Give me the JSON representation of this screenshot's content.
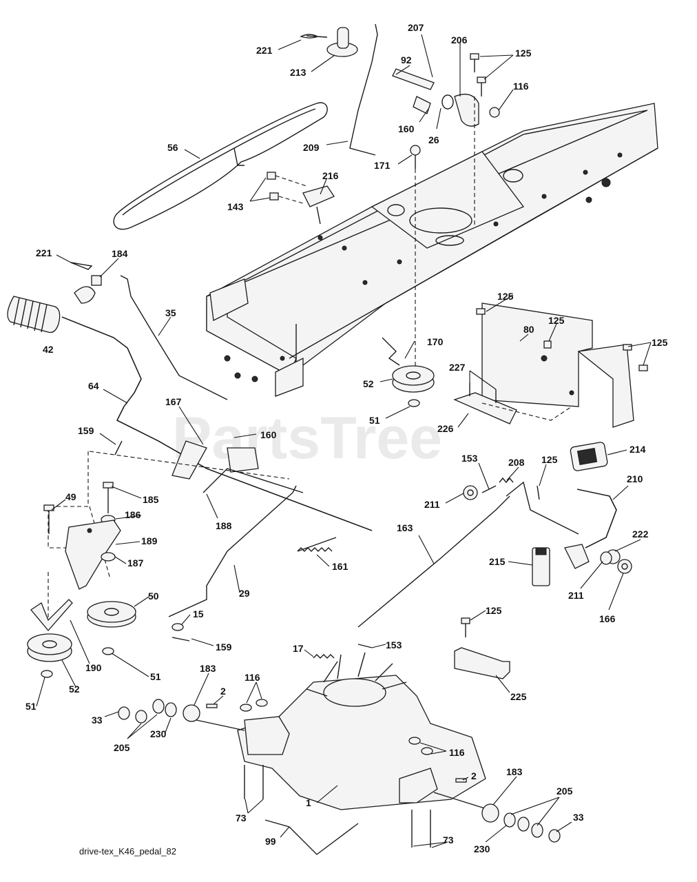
{
  "watermark": "PartsTree",
  "caption": "drive-tex_K46_pedal_82",
  "callouts": {
    "c221a": "221",
    "c213": "213",
    "c92": "92",
    "c207": "207",
    "c206": "206",
    "c125a": "125",
    "c116a": "116",
    "c160a": "160",
    "c26": "26",
    "c209": "209",
    "c171": "171",
    "c56": "56",
    "c216": "216",
    "c143": "143",
    "c221b": "221",
    "c184": "184",
    "c42": "42",
    "c35": "35",
    "c125b": "125",
    "c80": "80",
    "c125c": "125",
    "c125d": "125",
    "c170": "170",
    "c227": "227",
    "c52a": "52",
    "c51a": "51",
    "c226": "226",
    "c64": "64",
    "c167": "167",
    "c160b": "160",
    "c159a": "159",
    "c49": "49",
    "c185": "185",
    "c186": "186",
    "c189": "189",
    "c188": "188",
    "c187": "187",
    "c161": "161",
    "c29": "29",
    "c50": "50",
    "c15": "15",
    "c159b": "159",
    "c51b": "51",
    "c190": "190",
    "c51c": "51",
    "c52b": "52",
    "c214": "214",
    "c153a": "153",
    "c208": "208",
    "c125e": "125",
    "c210": "210",
    "c211a": "211",
    "c163": "163",
    "c215": "215",
    "c222": "222",
    "c211b": "211",
    "c166": "166",
    "c125f": "125",
    "c17": "17",
    "c153b": "153",
    "c225": "225",
    "c183a": "183",
    "c116b": "116",
    "c2a": "2",
    "c33a": "33",
    "c205a": "205",
    "c230a": "230",
    "c116c": "116",
    "c1": "1",
    "c73a": "73",
    "c2b": "2",
    "c183b": "183",
    "c205b": "205",
    "c33b": "33",
    "c99": "99",
    "c73b": "73",
    "c230b": "230"
  }
}
